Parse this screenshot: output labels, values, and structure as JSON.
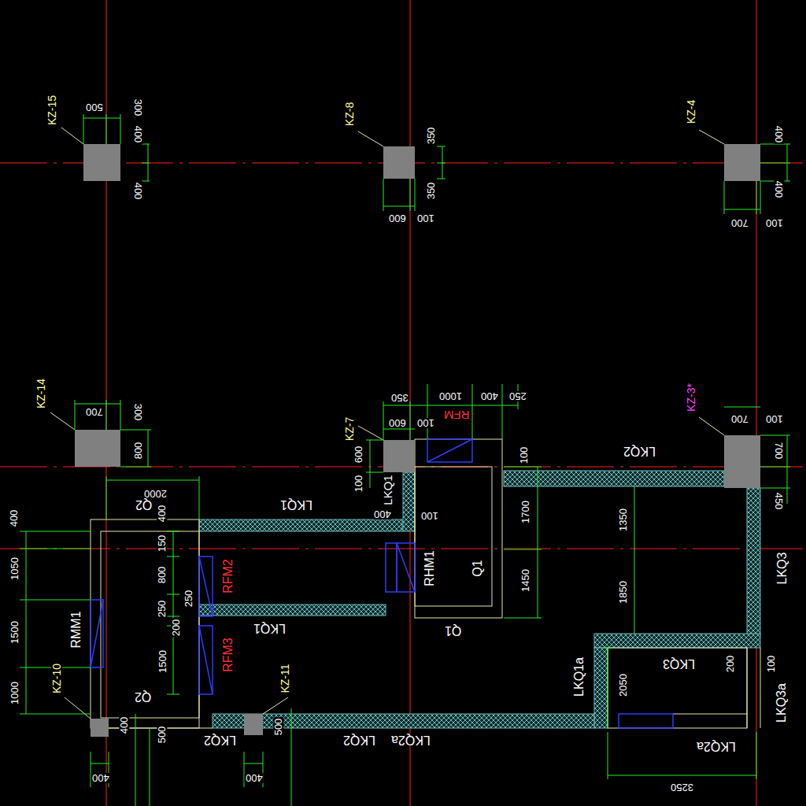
{
  "diagram": {
    "labels": [
      "KZ-15",
      "500",
      "300",
      "400",
      "400",
      "KZ-8",
      "350",
      "350",
      "600",
      "100",
      "KZ-4",
      "400",
      "400",
      "700",
      "100",
      "KZ-14",
      "700",
      "300",
      "800",
      "KZ-7",
      "350",
      "1000",
      "400",
      "250",
      "600",
      "100",
      "RFM",
      "600",
      "100",
      "LKQ1",
      "400",
      "100",
      "100",
      "1700",
      "1450",
      "RHM1",
      "Q1",
      "Q1",
      "KZ-3*",
      "700",
      "100",
      "700",
      "450",
      "LKQ2",
      "LKQ3",
      "1350",
      "1850",
      "2000",
      "Q2",
      "400",
      "LKQ1",
      "400",
      "1050",
      "1500",
      "1000",
      "150",
      "800",
      "250",
      "250",
      "200",
      "1500",
      "RMM1",
      "RFM2",
      "RFM3",
      "LKQ1",
      "Q2",
      "KZ-10",
      "400",
      "500",
      "400",
      "KZ-11",
      "500",
      "400",
      "LKQ2",
      "LKQ2",
      "LKQ2a",
      "LKQ1a",
      "2050",
      "LKQ3",
      "200",
      "100",
      "LKQ3a",
      "LKQ2a",
      "3250"
    ]
  }
}
